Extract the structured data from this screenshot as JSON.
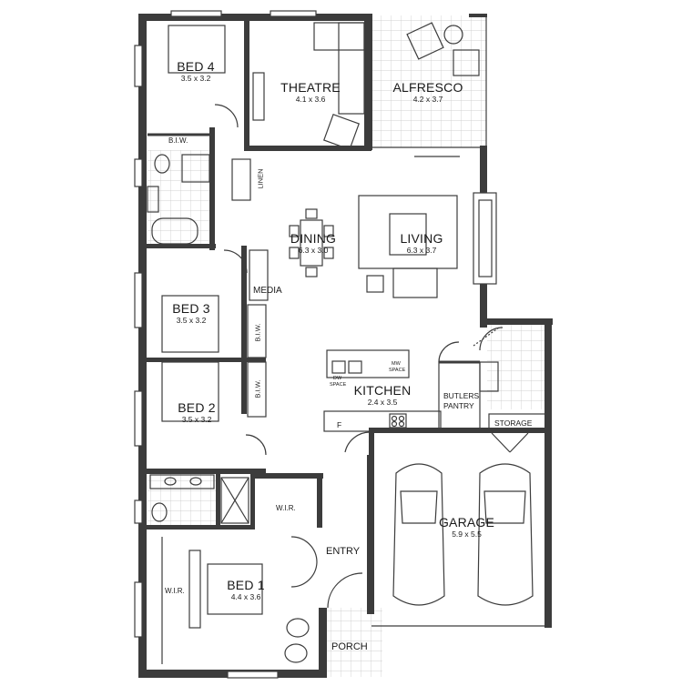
{
  "rooms": {
    "bed4": {
      "name": "BED 4",
      "dims": "3.5 x 3.2"
    },
    "theatre": {
      "name": "THEATRE",
      "dims": "4.1 x 3.6"
    },
    "alfresco": {
      "name": "ALFRESCO",
      "dims": "4.2 x 3.7"
    },
    "dining": {
      "name": "DINING",
      "dims": "6.3 x 3.0"
    },
    "living": {
      "name": "LIVING",
      "dims": "6.3 x 3.7"
    },
    "bed3": {
      "name": "BED 3",
      "dims": "3.5 x 3.2"
    },
    "bed2": {
      "name": "BED 2",
      "dims": "3.5 x 3.2"
    },
    "kitchen": {
      "name": "KITCHEN",
      "dims": "2.4 x 3.5"
    },
    "garage": {
      "name": "GARAGE",
      "dims": "5.9 x 5.5"
    },
    "bed1": {
      "name": "BED 1",
      "dims": "4.4 x 3.6"
    }
  },
  "labels": {
    "media": "MEDIA",
    "entry": "ENTRY",
    "porch": "PORCH",
    "storage": "STORAGE",
    "butlers_line1": "BUTLERS",
    "butlers_line2": "PANTRY",
    "biw_bed4": "B.I.W.",
    "biw_bed3": "B.I.W.",
    "biw_bed2": "B.I.W.",
    "linen": "LINEN",
    "wir_ensuite": "W.I.R.",
    "wir_bed1": "W.I.R.",
    "dw_line1": "DW",
    "dw_line2": "SPACE",
    "mw_line1": "MW",
    "mw_line2": "SPACE",
    "fridge": "F"
  },
  "colors": {
    "wall": "#3c3c3c",
    "tile": "#bdbdbd",
    "furniture": "#555555"
  }
}
